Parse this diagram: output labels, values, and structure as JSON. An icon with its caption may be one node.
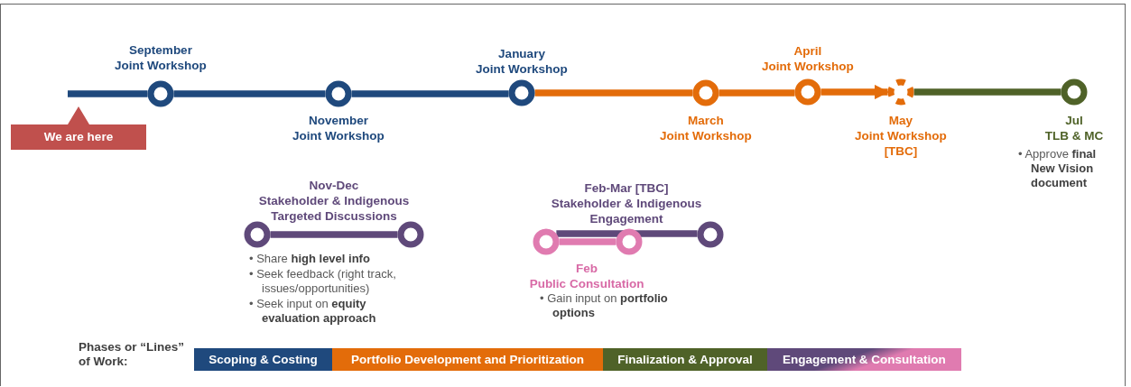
{
  "diagram": {
    "nodes": [
      {
        "text": [
          "September",
          "Joint Workshop"
        ]
      },
      {
        "text": [
          "November",
          "Joint Workshop"
        ]
      },
      {
        "text": [
          "January",
          "Joint Workshop"
        ]
      },
      {
        "text": [
          "March",
          "Joint Workshop"
        ]
      },
      {
        "text": [
          "April",
          "Joint Workshop"
        ]
      },
      {
        "text": [
          "May",
          "Joint Workshop [TBC]"
        ]
      },
      {
        "text": [
          "Jul",
          "TLB & MC",
          "• Approve **final New Vision document**"
        ]
      },
      {
        "text": [
          "Nov-Dec",
          "Stakeholder & Indigenous Targeted Discussions",
          "• Share **high level info**",
          "• Seek feedback (right track, issues/opportunities)",
          "• Seek input on **equity evaluation approach**"
        ]
      },
      {
        "text": [],
        "shape": "circle"
      },
      {
        "text": [
          "Feb",
          "Public Consultation",
          "• Gain input on **portfolio options**"
        ]
      },
      {
        "text": [],
        "shape": "circle"
      },
      {
        "text": [
          "Feb-Mar [TBC]",
          "Stakeholder & Indigenous Engagement"
        ]
      },
      {
        "text": [
          "We are here"
        ]
      }
    ],
    "edges": [
      {
        "from": null,
        "to": 0,
        "arrow": "none"
      },
      {
        "from": 0,
        "to": 1,
        "arrow": "none"
      },
      {
        "from": 1,
        "to": 2,
        "arrow": "none"
      },
      {
        "from": 2,
        "to": 3,
        "arrow": "none",
        "color": "#e36c0a"
      },
      {
        "from": 3,
        "to": 4,
        "arrow": "none",
        "color": "#e36c0a"
      },
      {
        "from": 4,
        "to": 5,
        "arrow": "to",
        "color": "#e36c0a"
      },
      {
        "from": 5,
        "to": 6,
        "arrow": "none",
        "color": "#4f6228"
      },
      {
        "from": 7,
        "to": 8,
        "arrow": "none",
        "color": "#5f497a"
      },
      {
        "from": 9,
        "to": 11,
        "arrow": "none",
        "color": "#5f497a"
      },
      {
        "from": 9,
        "to": 10,
        "arrow": "none",
        "color": "#e07bb0"
      }
    ],
    "labels": [
      "Phases or “Lines” of Work:"
    ],
    "legend": [
      {
        "text": "Scoping & Costing",
        "color": "#1f497d"
      },
      {
        "text": "Portfolio Development and Prioritization",
        "color": "#e36c0a"
      },
      {
        "text": "Finalization & Approval",
        "color": "#4f6228"
      },
      {
        "text": "Engagement & Consultation",
        "color": "#5f497a"
      }
    ]
  }
}
